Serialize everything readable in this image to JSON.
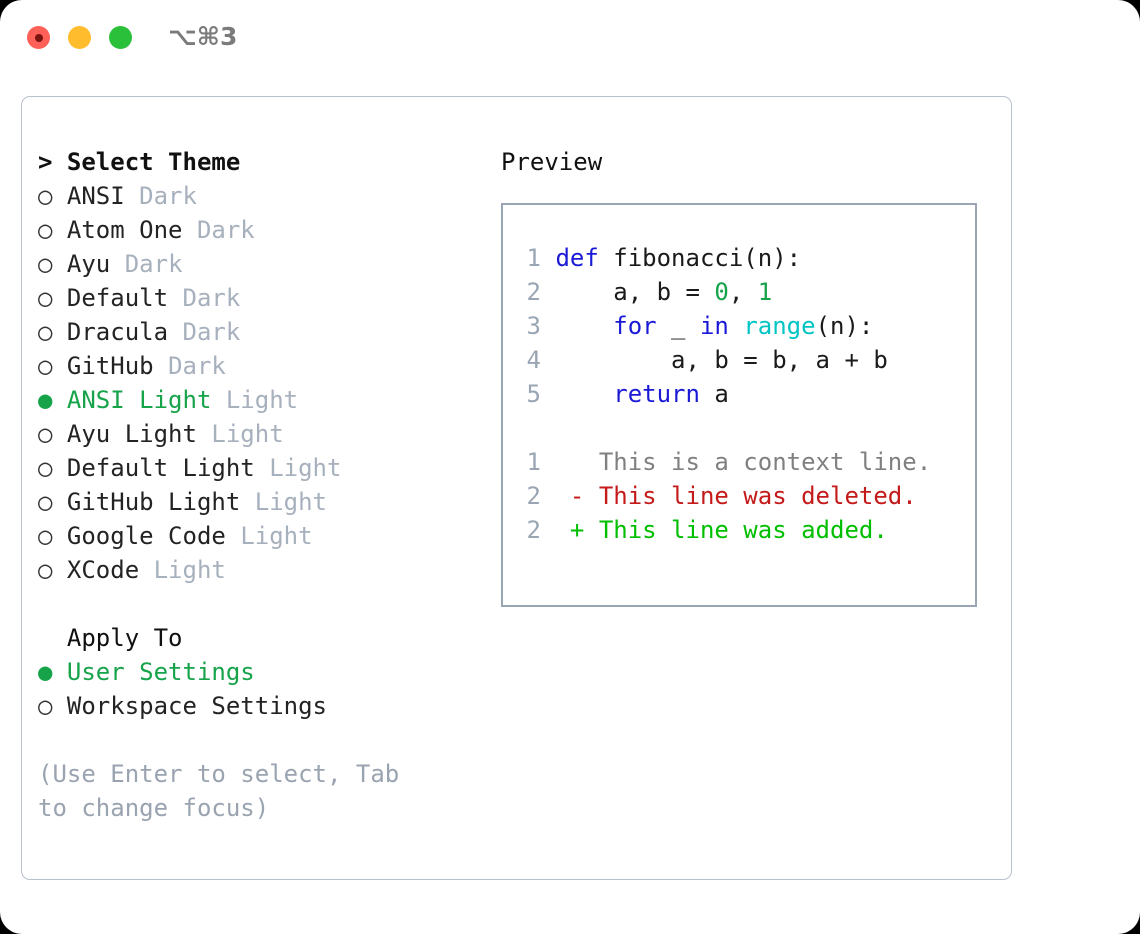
{
  "titlebar": {
    "shortcut": "⌥⌘3",
    "dots": [
      {
        "name": "close",
        "color": "#ff6058"
      },
      {
        "name": "minimize",
        "color": "#ffbd2e"
      },
      {
        "name": "maximize",
        "color": "#2ac03a"
      }
    ]
  },
  "colors": {
    "accent_green": "#16a34a",
    "tag_gray": "#a7b0bd",
    "hint_gray": "#9aa3b0",
    "border_gray": "#b9c1cc",
    "preview_border": "#9aa5b4",
    "keyword_blue": "#1a1ad6",
    "function_cyan": "#00c4c4",
    "number_green": "#16a34a",
    "diff_delete_red": "#c41a1a",
    "diff_add_green": "#00bf00",
    "line_number_gray": "#9aa5b4"
  },
  "theme_list": {
    "header": "> Select Theme",
    "items": [
      {
        "bullet": "○",
        "label": "ANSI",
        "tag": "Dark",
        "selected": false
      },
      {
        "bullet": "○",
        "label": "Atom One",
        "tag": "Dark",
        "selected": false
      },
      {
        "bullet": "○",
        "label": "Ayu",
        "tag": "Dark",
        "selected": false
      },
      {
        "bullet": "○",
        "label": "Default",
        "tag": "Dark",
        "selected": false
      },
      {
        "bullet": "○",
        "label": "Dracula",
        "tag": "Dark",
        "selected": false
      },
      {
        "bullet": "○",
        "label": "GitHub",
        "tag": "Dark",
        "selected": false
      },
      {
        "bullet": "●",
        "label": "ANSI Light",
        "tag": "Light",
        "selected": true
      },
      {
        "bullet": "○",
        "label": "Ayu Light",
        "tag": "Light",
        "selected": false
      },
      {
        "bullet": "○",
        "label": "Default Light",
        "tag": "Light",
        "selected": false
      },
      {
        "bullet": "○",
        "label": "GitHub Light",
        "tag": "Light",
        "selected": false
      },
      {
        "bullet": "○",
        "label": "Google Code",
        "tag": "Light",
        "selected": false
      },
      {
        "bullet": "○",
        "label": "XCode",
        "tag": "Light",
        "selected": false
      }
    ]
  },
  "apply_to": {
    "header": "Apply To",
    "items": [
      {
        "bullet": "●",
        "label": "User Settings",
        "selected": true
      },
      {
        "bullet": "○",
        "label": "Workspace Settings",
        "selected": false
      }
    ]
  },
  "hint": "(Use Enter to select, Tab to change focus)",
  "preview": {
    "header": "Preview",
    "code_lines": [
      {
        "num": "1",
        "tokens": [
          {
            "t": "def",
            "c": "kw"
          },
          {
            "t": " fibonacci(n):",
            "c": "plain"
          }
        ]
      },
      {
        "num": "2",
        "tokens": [
          {
            "t": "    a, b = ",
            "c": "plain"
          },
          {
            "t": "0",
            "c": "num"
          },
          {
            "t": ", ",
            "c": "plain"
          },
          {
            "t": "1",
            "c": "num"
          }
        ]
      },
      {
        "num": "3",
        "tokens": [
          {
            "t": "    ",
            "c": "plain"
          },
          {
            "t": "for",
            "c": "kw"
          },
          {
            "t": " _ ",
            "c": "plain"
          },
          {
            "t": "in",
            "c": "kw"
          },
          {
            "t": " ",
            "c": "plain"
          },
          {
            "t": "range",
            "c": "fn"
          },
          {
            "t": "(n):",
            "c": "plain"
          }
        ]
      },
      {
        "num": "4",
        "tokens": [
          {
            "t": "        a, b = b, a + b",
            "c": "plain"
          }
        ]
      },
      {
        "num": "5",
        "tokens": [
          {
            "t": "    ",
            "c": "plain"
          },
          {
            "t": "return",
            "c": "kw"
          },
          {
            "t": " a",
            "c": "plain"
          }
        ]
      }
    ],
    "diff_lines": [
      {
        "num": "1",
        "marker": "  ",
        "text": "This is a context line.",
        "kind": "ctx"
      },
      {
        "num": "2",
        "marker": "- ",
        "text": "This line was deleted.",
        "kind": "del"
      },
      {
        "num": "2",
        "marker": "+ ",
        "text": "This line was added.",
        "kind": "add"
      }
    ]
  }
}
